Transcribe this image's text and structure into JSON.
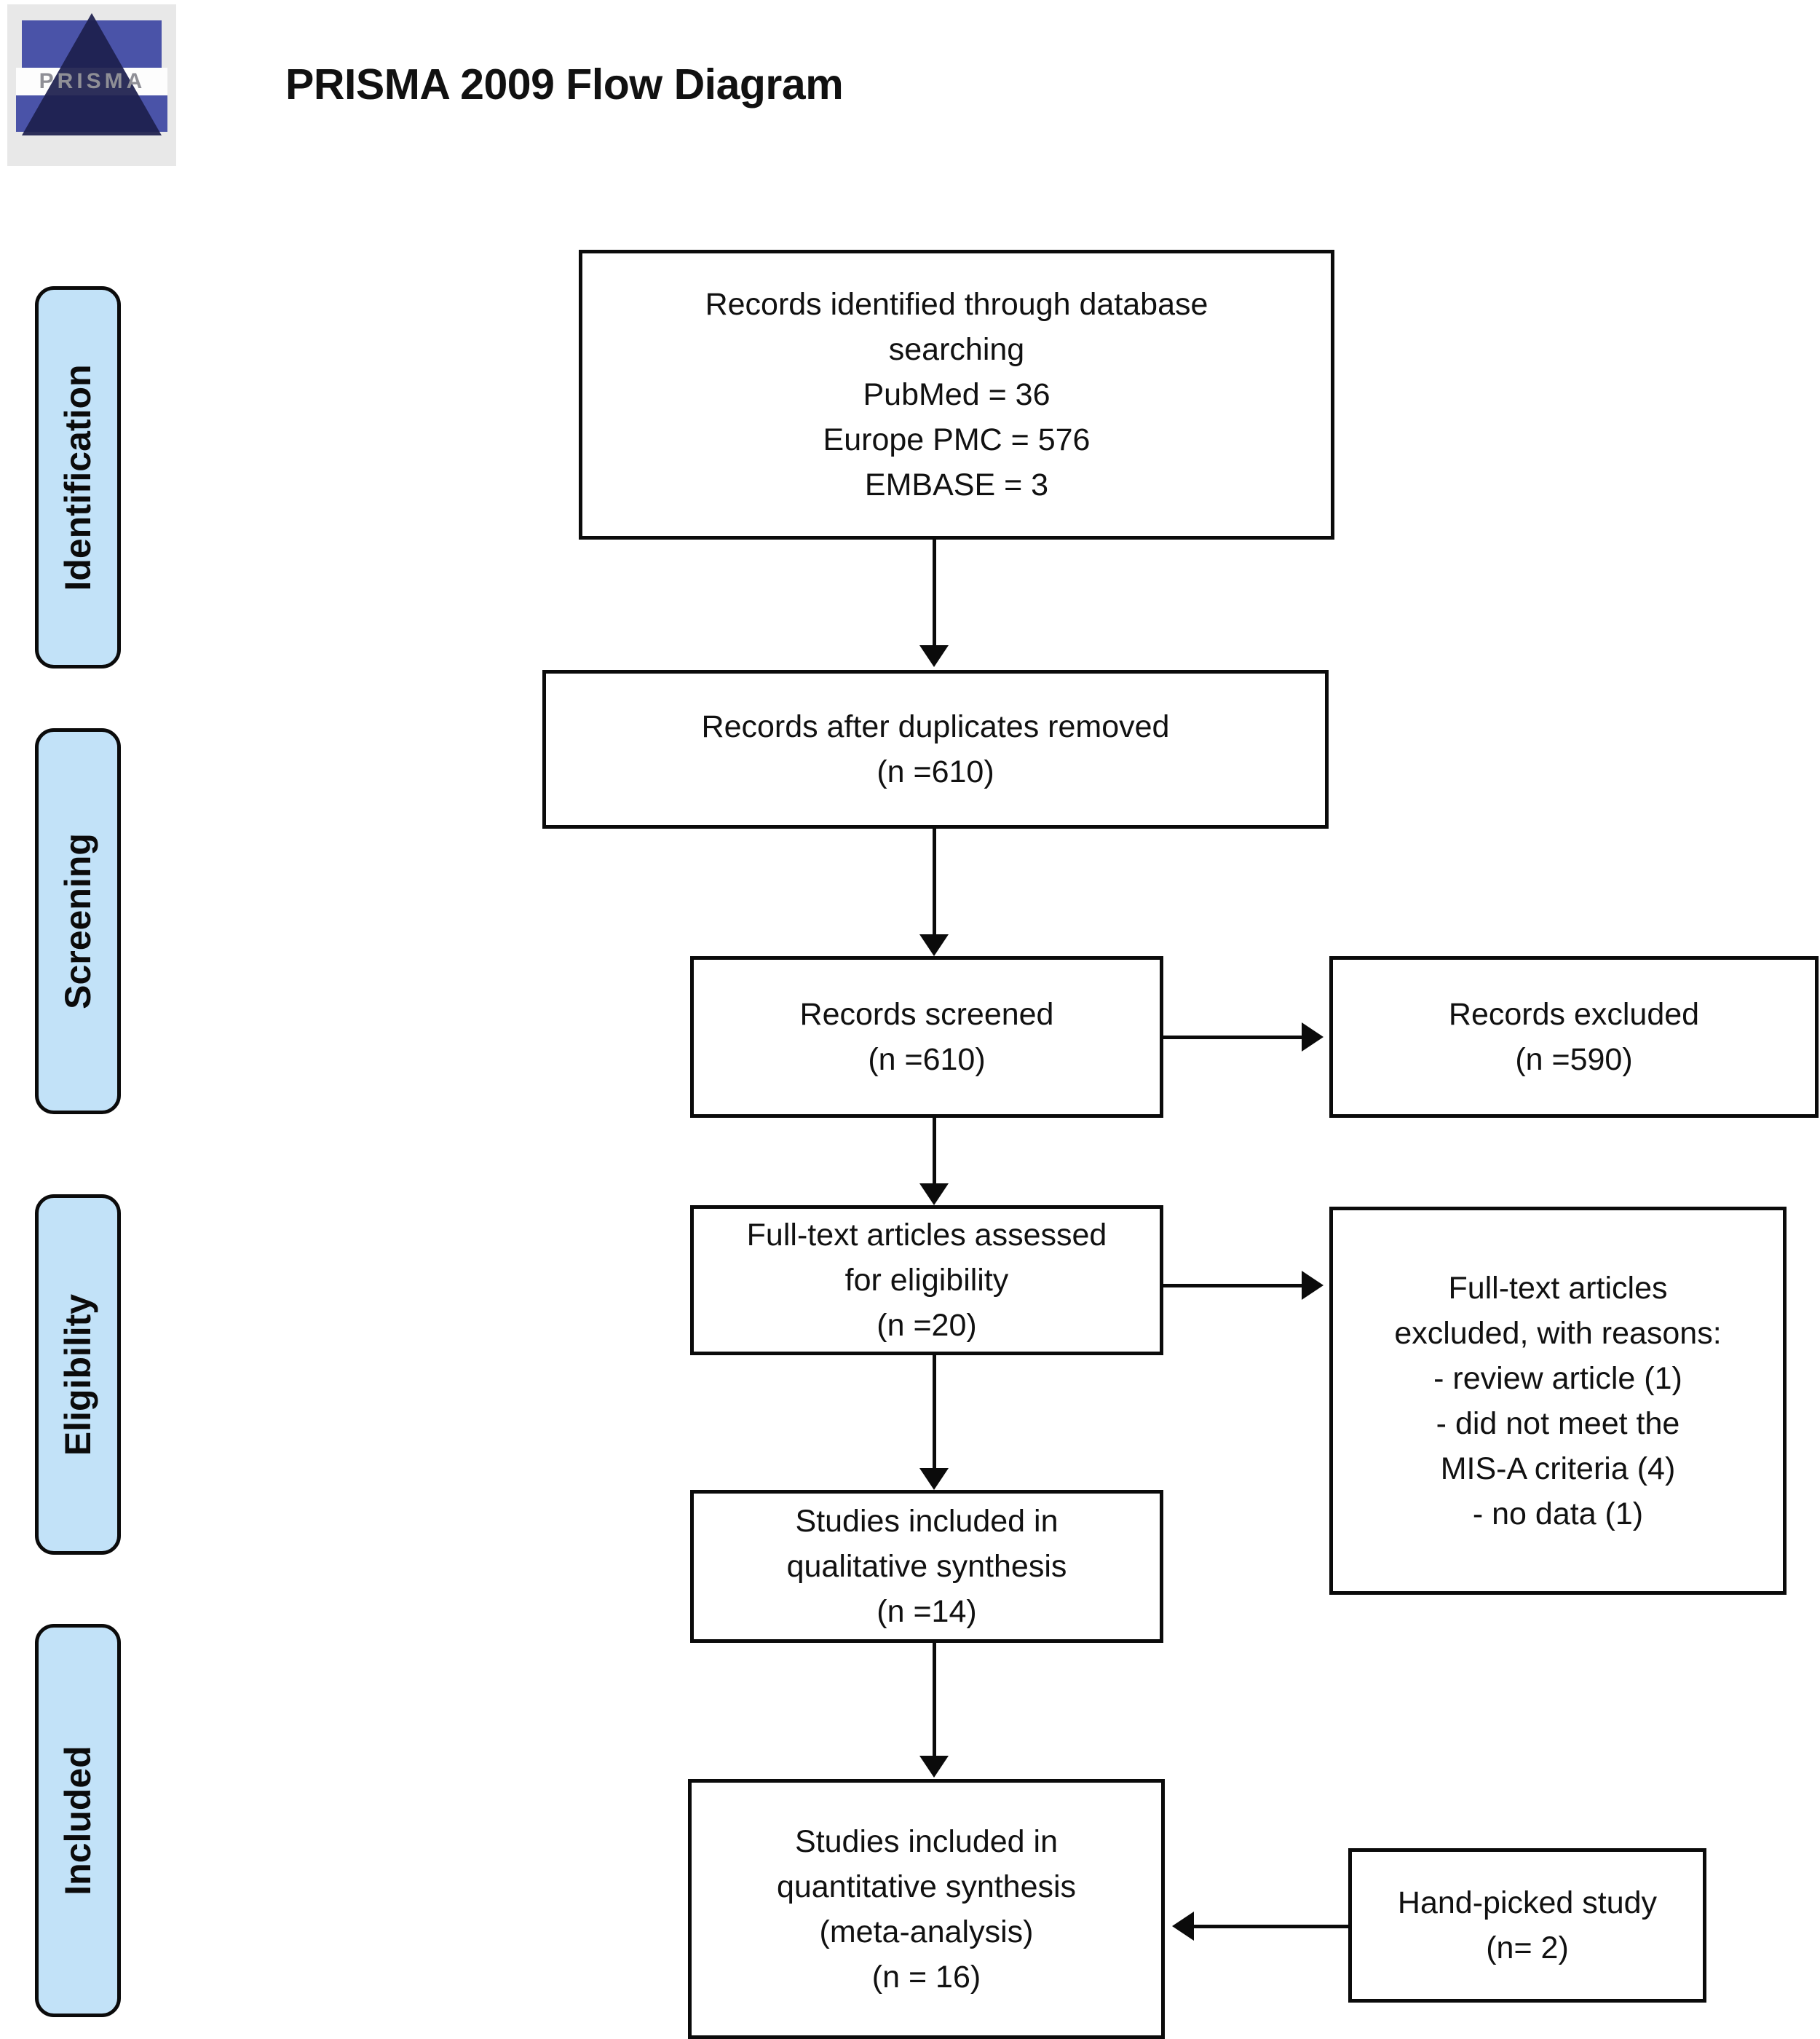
{
  "header": {
    "title": "PRISMA 2009 Flow Diagram",
    "logo_word": "PRISMA",
    "logo_name": "prisma-logo"
  },
  "colors": {
    "stage_tab_fill": "#c2e2f8",
    "stroke": "#0b0b0b",
    "logo_blue": "#4a53a8",
    "logo_triangle": "#1d1f4e",
    "text": "#111111",
    "background": "#ffffff"
  },
  "stages": [
    {
      "id": "identification",
      "label": "Identification"
    },
    {
      "id": "screening",
      "label": "Screening"
    },
    {
      "id": "eligibility",
      "label": "Eligibility"
    },
    {
      "id": "included",
      "label": "Included"
    }
  ],
  "boxes": {
    "records_identified": {
      "id": "records-identified",
      "text": "Records identified through database\nsearching\nPubMed = 36\nEurope PMC = 576\nEMBASE = 3"
    },
    "records_after_duplicates": {
      "id": "records-after-duplicates-removed",
      "text": "Records after duplicates removed\n(n =610)"
    },
    "records_screened": {
      "id": "records-screened",
      "text": "Records screened\n(n =610)"
    },
    "records_excluded": {
      "id": "records-excluded",
      "text": "Records excluded\n(n =590)"
    },
    "fulltext_assessed": {
      "id": "full-text-articles-assessed",
      "text": "Full-text articles assessed\nfor eligibility\n(n =20)"
    },
    "fulltext_excluded": {
      "id": "full-text-articles-excluded",
      "text": "Full-text articles\nexcluded, with reasons:\n - review article (1)\n - did not meet the\nMIS-A criteria (4)\n - no data (1)"
    },
    "qualitative": {
      "id": "studies-included-qualitative",
      "text": "Studies included in\nqualitative synthesis\n(n =14)"
    },
    "quantitative": {
      "id": "studies-included-quantitative",
      "text": "Studies included in\nquantitative synthesis\n(meta-analysis)\n(n = 16)"
    },
    "hand_picked": {
      "id": "hand-picked-study",
      "text": "Hand-picked study\n(n= 2)"
    }
  },
  "chart_data": {
    "type": "diagram",
    "title": "PRISMA 2009 Flow Diagram",
    "nodes": [
      {
        "id": "records_identified",
        "stage": "Identification",
        "label": "Records identified through database searching",
        "counts": {
          "PubMed": 36,
          "Europe PMC": 576,
          "EMBASE": 3
        }
      },
      {
        "id": "records_after_duplicates",
        "stage": "Screening",
        "label": "Records after duplicates removed",
        "n": 610
      },
      {
        "id": "records_screened",
        "stage": "Screening",
        "label": "Records screened",
        "n": 610
      },
      {
        "id": "records_excluded",
        "stage": "Screening",
        "label": "Records excluded",
        "n": 590
      },
      {
        "id": "fulltext_assessed",
        "stage": "Eligibility",
        "label": "Full-text articles assessed for eligibility",
        "n": 20
      },
      {
        "id": "fulltext_excluded",
        "stage": "Eligibility",
        "label": "Full-text articles excluded, with reasons",
        "reasons": [
          {
            "reason": "review article",
            "n": 1
          },
          {
            "reason": "did not meet the MIS-A criteria",
            "n": 4
          },
          {
            "reason": "no data",
            "n": 1
          }
        ]
      },
      {
        "id": "qualitative",
        "stage": "Included",
        "label": "Studies included in qualitative synthesis",
        "n": 14
      },
      {
        "id": "quantitative",
        "stage": "Included",
        "label": "Studies included in quantitative synthesis (meta-analysis)",
        "n": 16
      },
      {
        "id": "hand_picked",
        "stage": "Included",
        "label": "Hand-picked study",
        "n": 2
      }
    ],
    "edges": [
      {
        "from": "records_identified",
        "to": "records_after_duplicates",
        "direction": "down"
      },
      {
        "from": "records_after_duplicates",
        "to": "records_screened",
        "direction": "down"
      },
      {
        "from": "records_screened",
        "to": "records_excluded",
        "direction": "right"
      },
      {
        "from": "records_screened",
        "to": "fulltext_assessed",
        "direction": "down"
      },
      {
        "from": "fulltext_assessed",
        "to": "fulltext_excluded",
        "direction": "right"
      },
      {
        "from": "fulltext_assessed",
        "to": "qualitative",
        "direction": "down"
      },
      {
        "from": "qualitative",
        "to": "quantitative",
        "direction": "down"
      },
      {
        "from": "hand_picked",
        "to": "quantitative",
        "direction": "left"
      }
    ]
  }
}
